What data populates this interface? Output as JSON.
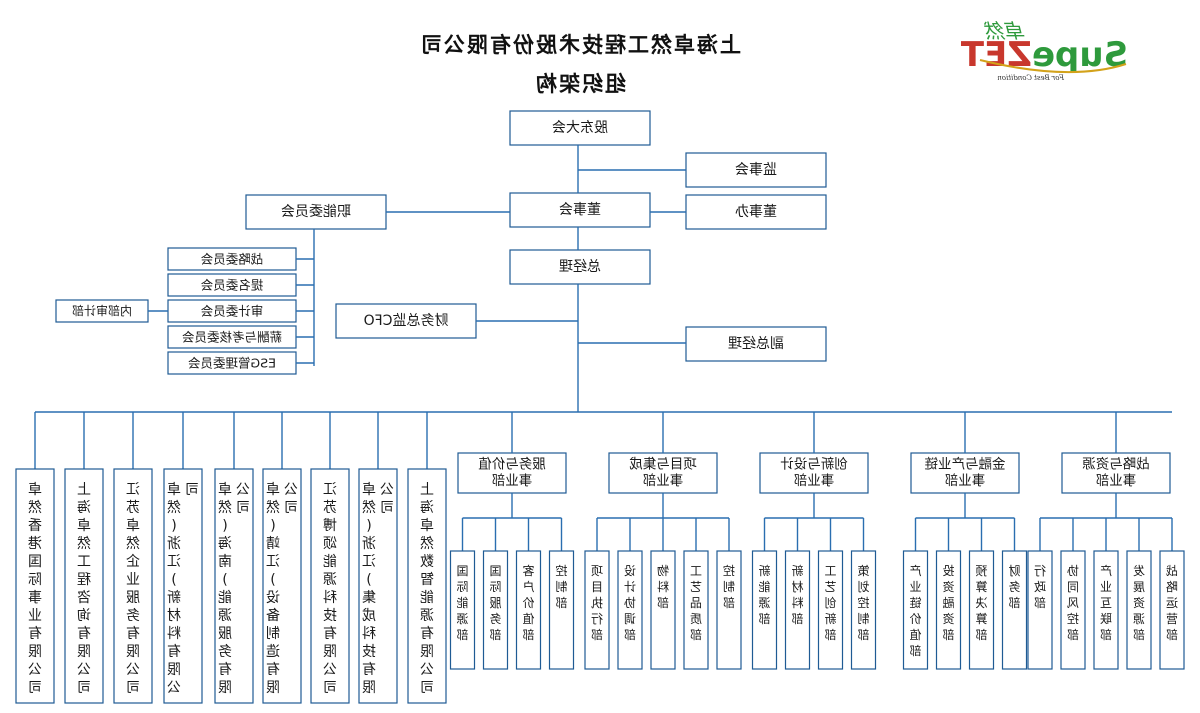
{
  "page": {
    "title_line1": "上海卓然工程技术股份有限公司",
    "title_line2": "组织架构",
    "mirrored": true
  },
  "logo": {
    "wordmark": "SupeZET",
    "chinese_mark": "卓然",
    "tagline": "For Best Condition",
    "colors": {
      "green": "#2e9a3c",
      "red": "#c8372d",
      "gold": "#d3a21a"
    }
  },
  "colors": {
    "box_border": "#1f5b94",
    "connector": "#2a6eb0",
    "text": "#1a1a1a"
  },
  "org": {
    "top_chain": [
      {
        "key": "shareholders",
        "label": "股东大会"
      },
      {
        "key": "board",
        "label": "董事会"
      },
      {
        "key": "president",
        "label": "总经理"
      }
    ],
    "supervisory": "监事会",
    "board_secretary": "董事办",
    "vice_president": "副总经理",
    "cfo": "财务总监CFO",
    "functional_committees": {
      "label": "职能委员会",
      "items": [
        "战略委员会",
        "提名委员会",
        "审计委员会",
        "薪酬与考核委员会",
        "ESG管理委员会"
      ]
    },
    "internal_audit": "内部审计部",
    "business_units": [
      {
        "name": "战略与资源事业部",
        "departments": [
          "战略运营部",
          "发展资源部",
          "产业互联部",
          "协同风控部",
          "行政部"
        ]
      },
      {
        "name": "金融与产业链事业部",
        "departments": [
          "财务部",
          "预算决算部",
          "投资融资部",
          "产业链价值部"
        ]
      },
      {
        "name": "创新与设计事业部",
        "departments": [
          "策划控制部",
          "工艺创新部",
          "新材料部",
          "新能源部"
        ]
      },
      {
        "name": "项目与集成事业部",
        "departments": [
          "控制部",
          "工艺品质部",
          "物料部",
          "设计协调部",
          "项目执行部"
        ]
      },
      {
        "name": "服务与价值事业部",
        "departments": [
          "控制部",
          "客户价值部",
          "国际服务部",
          "国际能源部"
        ]
      }
    ],
    "subsidiaries": [
      "上海卓然数智能源有限公司",
      "卓然(浙江)集成科技有限公司",
      "江苏博颂能源科技有限公司",
      "卓然(靖江)设备制造有限公司",
      "卓然(海南)能源服务有限公司",
      "卓然(浙江)新材料有限公司",
      "江苏卓然企业服务有限公司",
      "上海卓然工程咨询有限公司",
      "卓然香港国际事业有限公司"
    ]
  }
}
